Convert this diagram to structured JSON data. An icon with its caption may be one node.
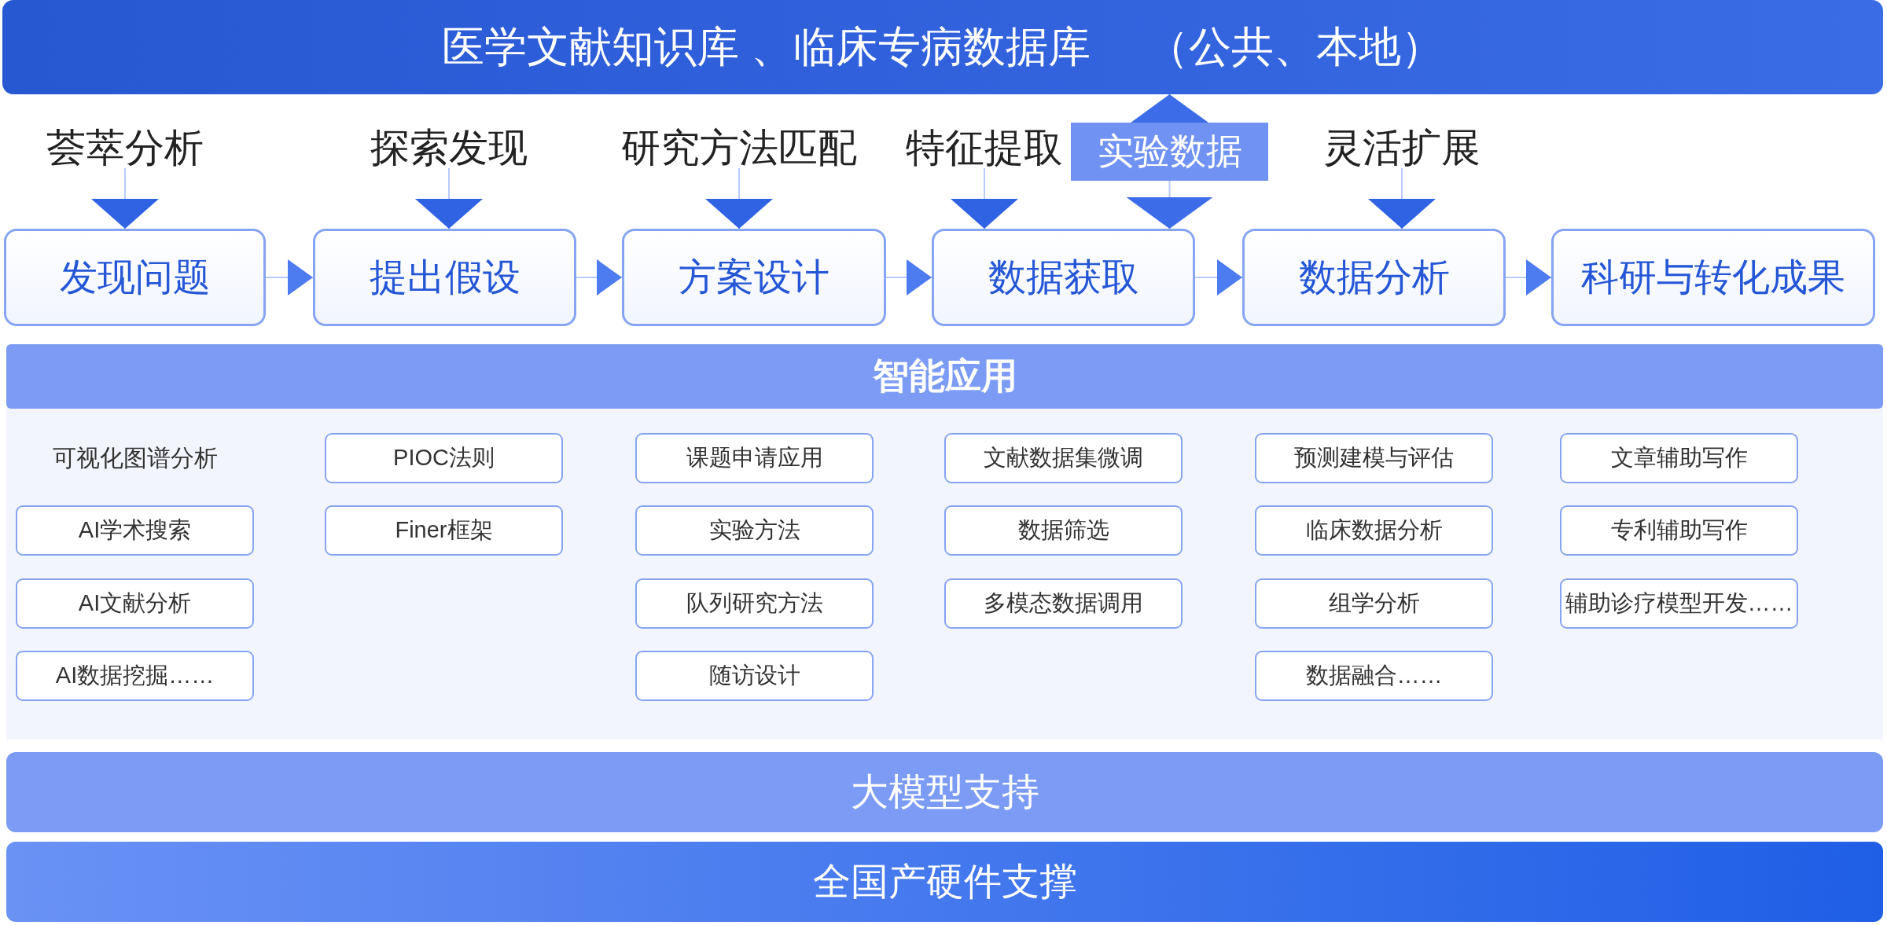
{
  "diagram": {
    "nodes": [
      {
        "text": [
          "医学文献知识库 、临床专病数据库",
          "（公共、本地）"
        ]
      },
      {
        "text": [
          "荟萃分析"
        ]
      },
      {
        "text": [
          "探索发现"
        ]
      },
      {
        "text": [
          "研究方法匹配"
        ]
      },
      {
        "text": [
          "特征提取"
        ]
      },
      {
        "text": [
          "实验数据"
        ]
      },
      {
        "text": [
          "灵活扩展"
        ]
      },
      {
        "text": [
          "发现问题"
        ]
      },
      {
        "text": [
          "提出假设"
        ]
      },
      {
        "text": [
          "方案设计"
        ]
      },
      {
        "text": [
          "数据获取"
        ]
      },
      {
        "text": [
          "数据分析"
        ]
      },
      {
        "text": [
          "科研与转化成果"
        ]
      },
      {
        "text": [
          "智能应用"
        ]
      },
      {
        "text": [
          "AI学术搜索"
        ],
        "in": 13
      },
      {
        "text": [
          "AI文献分析"
        ],
        "in": 13
      },
      {
        "text": [
          "AI数据挖掘……"
        ],
        "in": 13
      },
      {
        "text": [
          "PIOC法则"
        ],
        "in": 13
      },
      {
        "text": [
          "Finer框架"
        ],
        "in": 13
      },
      {
        "text": [
          "课题申请应用"
        ],
        "in": 13
      },
      {
        "text": [
          "实验方法"
        ],
        "in": 13
      },
      {
        "text": [
          "队列研究方法"
        ],
        "in": 13
      },
      {
        "text": [
          "随访设计"
        ],
        "in": 13
      },
      {
        "text": [
          "文献数据集微调"
        ],
        "in": 13
      },
      {
        "text": [
          "数据筛选"
        ],
        "in": 13
      },
      {
        "text": [
          "多模态数据调用"
        ],
        "in": 13
      },
      {
        "text": [
          "预测建模与评估"
        ],
        "in": 13
      },
      {
        "text": [
          "临床数据分析"
        ],
        "in": 13
      },
      {
        "text": [
          "组学分析"
        ],
        "in": 13
      },
      {
        "text": [
          "数据融合……"
        ],
        "in": 13
      },
      {
        "text": [
          "文章辅助写作"
        ],
        "in": 13
      },
      {
        "text": [
          "专利辅助写作"
        ],
        "in": 13
      },
      {
        "text": [
          "辅助诊疗模型开发……"
        ],
        "in": 13
      },
      {
        "text": [
          "大模型支持"
        ]
      },
      {
        "text": [
          "全国产硬件支撑"
        ]
      }
    ],
    "edges": [
      {
        "from": 1,
        "to": 7,
        "arrow": "to"
      },
      {
        "from": 2,
        "to": 8,
        "arrow": "to"
      },
      {
        "from": 3,
        "to": 9,
        "arrow": "to"
      },
      {
        "from": 4,
        "to": 10,
        "arrow": "to"
      },
      {
        "from": 5,
        "to": 0,
        "arrow": "to"
      },
      {
        "from": 5,
        "to": 10,
        "arrow": "to"
      },
      {
        "from": 6,
        "to": 11,
        "arrow": "to"
      },
      {
        "from": 7,
        "to": 8,
        "arrow": "to"
      },
      {
        "from": 8,
        "to": 9,
        "arrow": "to"
      },
      {
        "from": 9,
        "to": 10,
        "arrow": "to"
      },
      {
        "from": 10,
        "to": 11,
        "arrow": "to"
      },
      {
        "from": 11,
        "to": 12,
        "arrow": "to"
      }
    ],
    "labels": [
      "可视化图谱分析"
    ]
  }
}
